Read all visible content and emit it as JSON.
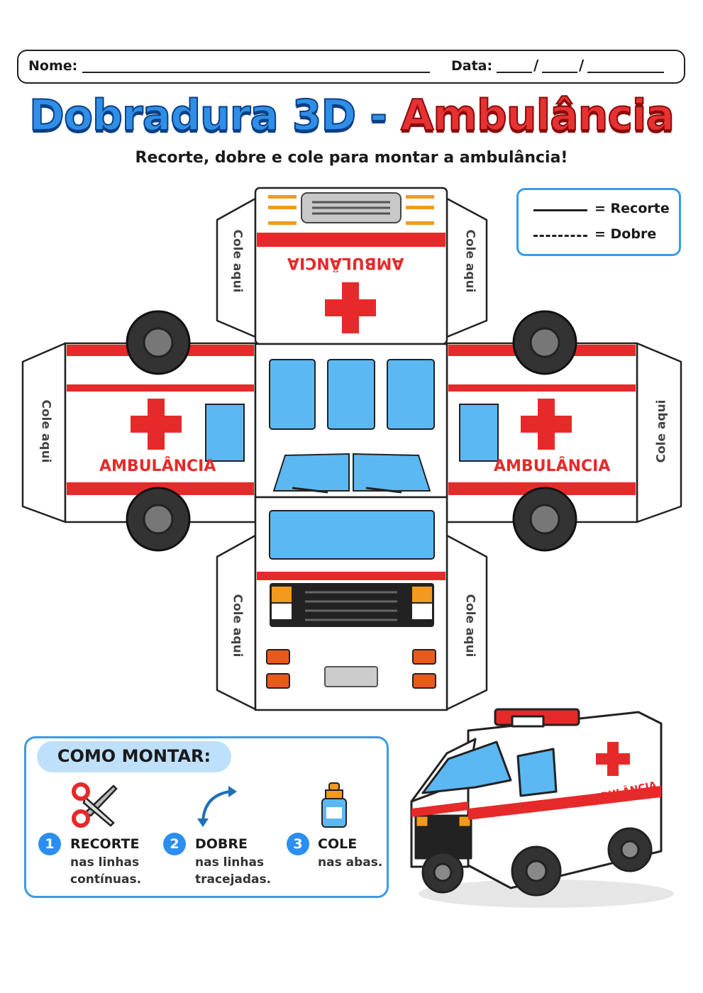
{
  "header": {
    "name_label": "Nome:",
    "date_label": "Data:",
    "date_slash": "/"
  },
  "title": {
    "part1": "Dobradura 3D",
    "dash": "-",
    "part2": "Ambulância"
  },
  "subtitle": "Recorte, dobre e cole para montar a ambulância!",
  "legend": {
    "cut": "= Recorte",
    "fold": "= Dobre"
  },
  "template": {
    "tab_label": "Cole aqui",
    "vehicle_text": "AMBULÂNCIA"
  },
  "instructions": {
    "heading": "COMO MONTAR:",
    "steps": [
      {
        "num": "1",
        "title": "RECORTE",
        "line1": "nas linhas",
        "line2": "contínuas."
      },
      {
        "num": "2",
        "title": "DOBRE",
        "line1": "nas linhas",
        "line2": "tracejadas."
      },
      {
        "num": "3",
        "title": "COLE",
        "line1": "nas abas.",
        "line2": ""
      }
    ]
  },
  "model": {
    "label": "AMBULÂNCIA"
  },
  "colors": {
    "red": "#e62a2a",
    "blue_window": "#5bb8f2",
    "accent_blue": "#3a9be8",
    "outline": "#222222"
  },
  "icons": [
    "scissors-icon",
    "curved-arrow-icon",
    "glue-bottle-icon"
  ]
}
